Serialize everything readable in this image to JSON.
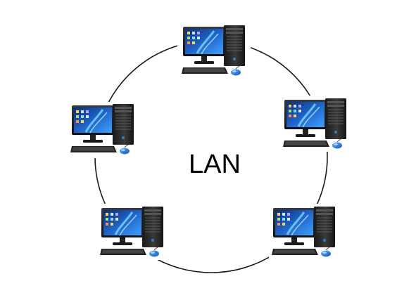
{
  "diagram": {
    "center_label": "LAN",
    "topology": "ring",
    "node_count": 5,
    "node_icon": "desktop-computer-icon",
    "colors": {
      "ring": "#1a1a1a",
      "tower": "#2a2a2a",
      "screen": "#1f64c8",
      "mouse": "#2a7fd4",
      "keyboard": "#222222"
    }
  }
}
